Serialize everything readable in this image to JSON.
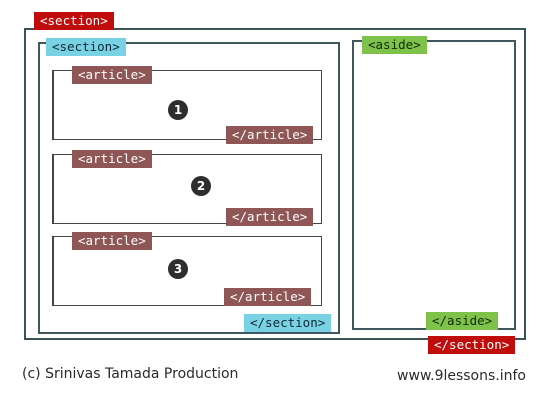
{
  "tags": {
    "outer_section_open": "<section>",
    "outer_section_close": "</section>",
    "inner_section_open": "<section>",
    "inner_section_close": "</section>",
    "aside_open": "<aside>",
    "aside_close": "</aside>",
    "articles": [
      {
        "open": "<article>",
        "close": "</article>",
        "number": "1"
      },
      {
        "open": "<article>",
        "close": "</article>",
        "number": "2"
      },
      {
        "open": "<article>",
        "close": "</article>",
        "number": "3"
      }
    ]
  },
  "footer": {
    "credit": "(c) Srinivas Tamada Production",
    "site": "www.9lessons.info"
  },
  "colors": {
    "section_tag": "#c10c0c",
    "inner_section_tag": "#79d2e4",
    "aside_tag": "#7fc24a",
    "article_tag": "#8f5656",
    "border": "#3a5359"
  }
}
